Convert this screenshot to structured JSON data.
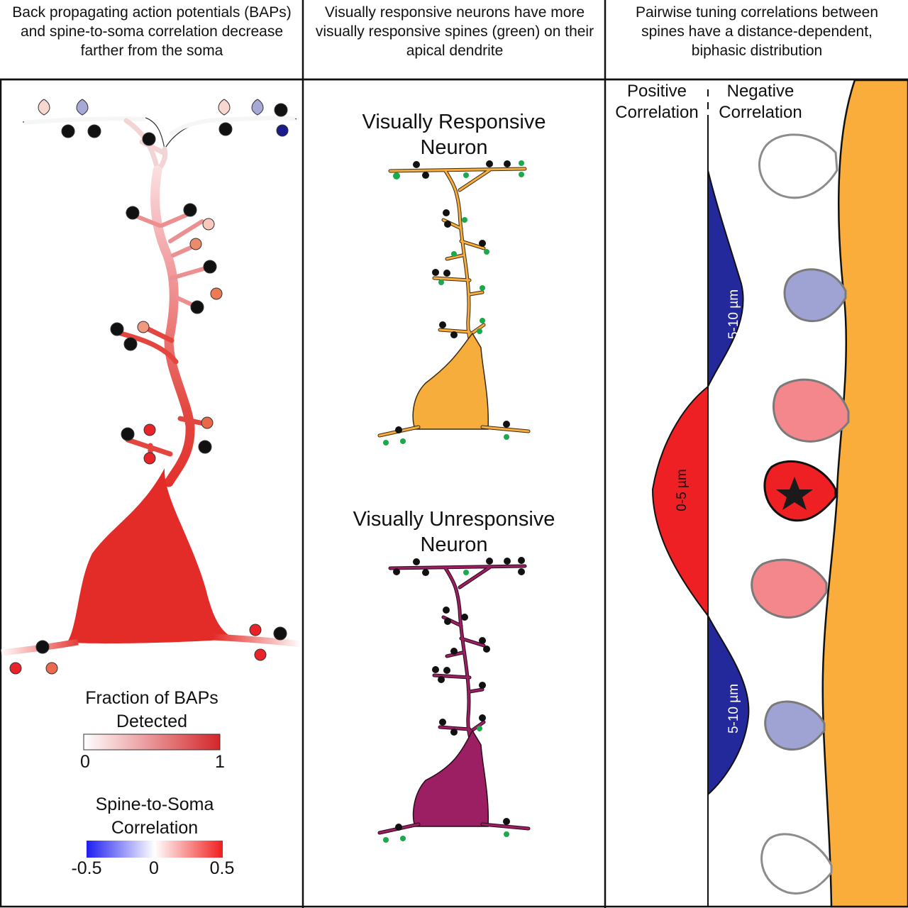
{
  "headers": {
    "left": [
      "Back propagating action potentials (BAPs)",
      "and spine-to-soma correlation decrease",
      "farther from the soma"
    ],
    "middle": [
      "Visually responsive neurons have more",
      "visually responsive spines (green) on their",
      "apical dendrite"
    ],
    "right": [
      "Pairwise tuning correlations between",
      "spines have a distance-dependent,",
      "biphasic distribution"
    ]
  },
  "middle_panel": {
    "responsive_title": [
      "Visually Responsive",
      "Neuron"
    ],
    "unresponsive_title": [
      "Visually Unresponsive",
      "Neuron"
    ]
  },
  "left_panel": {
    "bap_legend": {
      "title": [
        "Fraction of BAPs",
        "Detected"
      ],
      "min": "0",
      "max": "1"
    },
    "correlation_legend": {
      "title": [
        "Spine-to-Soma",
        "Correlation"
      ],
      "min": "-0.5",
      "mid": "0",
      "max": "0.5"
    }
  },
  "right_panel": {
    "positive_label": [
      "Positive",
      "Correlation"
    ],
    "negative_label": [
      "Negative",
      "Correlation"
    ],
    "distance_labels": {
      "upper": "5-10 µm",
      "middle": "0-5 µm",
      "lower": "5-10 µm"
    }
  },
  "colors": {
    "responsive_neuron": "#f7ad3c",
    "unresponsive_neuron": "#9c1f63",
    "responsive_spine": "#1aa94b",
    "negative_blue": "#23289a",
    "positive_red": "#ee2024",
    "dendrite_orange": "#fbad3b",
    "light_pink": "#f4878c",
    "light_blue": "#9ea3d3"
  }
}
